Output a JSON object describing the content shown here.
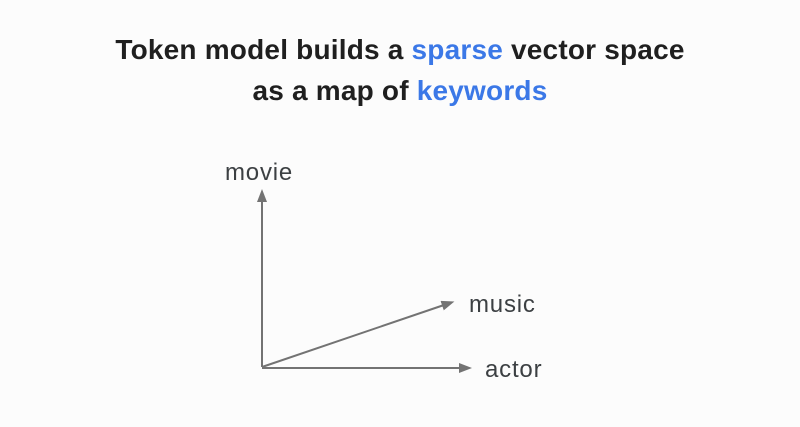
{
  "title": {
    "line1": {
      "prefix": "Token model builds a ",
      "highlight": "sparse",
      "suffix": " vector space"
    },
    "line2": {
      "prefix": "as a map of ",
      "highlight": "keywords"
    }
  },
  "diagram": {
    "type": "vector-space-axes",
    "axes": [
      {
        "id": "y-axis",
        "label": "movie",
        "direction": "up"
      },
      {
        "id": "diagonal-vector",
        "label": "music",
        "direction": "up-right"
      },
      {
        "id": "x-axis",
        "label": "actor",
        "direction": "right"
      }
    ]
  },
  "colors": {
    "accent": "#3b78e7",
    "title-text": "#1f1f1f",
    "label-text": "#3c4043",
    "arrow": "#737373",
    "bg": "#fcfcfc"
  }
}
